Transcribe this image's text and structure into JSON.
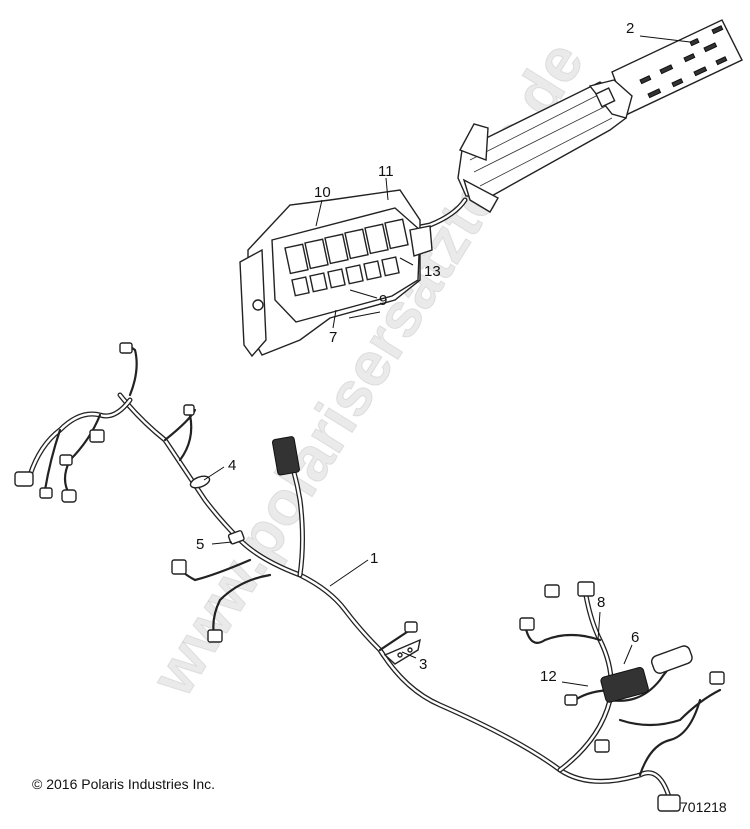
{
  "watermark": "www.polarisersatzteile.de",
  "copyright": "© 2016 Polaris Industries Inc.",
  "part_number": "701218",
  "callouts": {
    "c1": "1",
    "c2": "2",
    "c3": "3",
    "c4": "4",
    "c5": "5",
    "c6": "6",
    "c7": "7",
    "c8": "8",
    "c9": "9",
    "c10": "10",
    "c11": "11",
    "c12": "12",
    "c13": "13"
  }
}
